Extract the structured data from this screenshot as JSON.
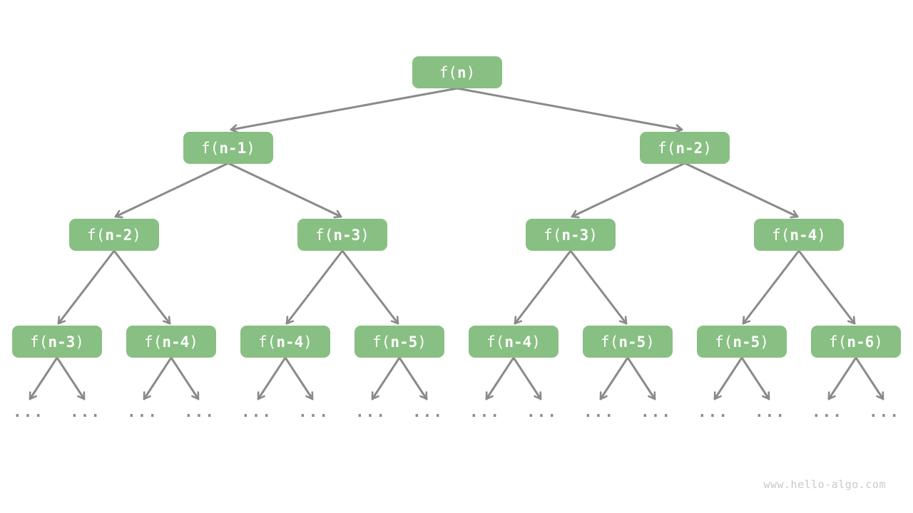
{
  "theme": {
    "node_fill": "#88BF82",
    "node_text": "#FFFFFF",
    "edge_color": "#8A8A8A",
    "ellipsis_color": "#8A8A8A",
    "watermark_color": "#C9C9C9",
    "background": "#FFFFFF"
  },
  "diagram": {
    "type": "recursion-tree",
    "ellipsis": "...",
    "nodes": [
      {
        "prefix": "f(",
        "arg": "n",
        "suffix": ")",
        "label": "f(n)",
        "level": 0
      },
      {
        "prefix": "f(",
        "arg": "n-1",
        "suffix": ")",
        "label": "f(n-1)",
        "level": 1
      },
      {
        "prefix": "f(",
        "arg": "n-2",
        "suffix": ")",
        "label": "f(n-2)",
        "level": 1
      },
      {
        "prefix": "f(",
        "arg": "n-2",
        "suffix": ")",
        "label": "f(n-2)",
        "level": 2
      },
      {
        "prefix": "f(",
        "arg": "n-3",
        "suffix": ")",
        "label": "f(n-3)",
        "level": 2
      },
      {
        "prefix": "f(",
        "arg": "n-3",
        "suffix": ")",
        "label": "f(n-3)",
        "level": 2
      },
      {
        "prefix": "f(",
        "arg": "n-4",
        "suffix": ")",
        "label": "f(n-4)",
        "level": 2
      },
      {
        "prefix": "f(",
        "arg": "n-3",
        "suffix": ")",
        "label": "f(n-3)",
        "level": 3
      },
      {
        "prefix": "f(",
        "arg": "n-4",
        "suffix": ")",
        "label": "f(n-4)",
        "level": 3
      },
      {
        "prefix": "f(",
        "arg": "n-4",
        "suffix": ")",
        "label": "f(n-4)",
        "level": 3
      },
      {
        "prefix": "f(",
        "arg": "n-5",
        "suffix": ")",
        "label": "f(n-5)",
        "level": 3
      },
      {
        "prefix": "f(",
        "arg": "n-4",
        "suffix": ")",
        "label": "f(n-4)",
        "level": 3
      },
      {
        "prefix": "f(",
        "arg": "n-5",
        "suffix": ")",
        "label": "f(n-5)",
        "level": 3
      },
      {
        "prefix": "f(",
        "arg": "n-5",
        "suffix": ")",
        "label": "f(n-5)",
        "level": 3
      },
      {
        "prefix": "f(",
        "arg": "n-6",
        "suffix": ")",
        "label": "f(n-6)",
        "level": 3
      }
    ],
    "edges": [
      [
        0,
        1
      ],
      [
        0,
        2
      ],
      [
        1,
        3
      ],
      [
        1,
        4
      ],
      [
        2,
        5
      ],
      [
        2,
        6
      ],
      [
        3,
        7
      ],
      [
        3,
        8
      ],
      [
        4,
        9
      ],
      [
        4,
        10
      ],
      [
        5,
        11
      ],
      [
        5,
        12
      ],
      [
        6,
        13
      ],
      [
        6,
        14
      ]
    ],
    "leaf_children": "each level-3 node points to two ellipsis marks"
  },
  "watermark": {
    "text": "www.hello-algo.com"
  }
}
